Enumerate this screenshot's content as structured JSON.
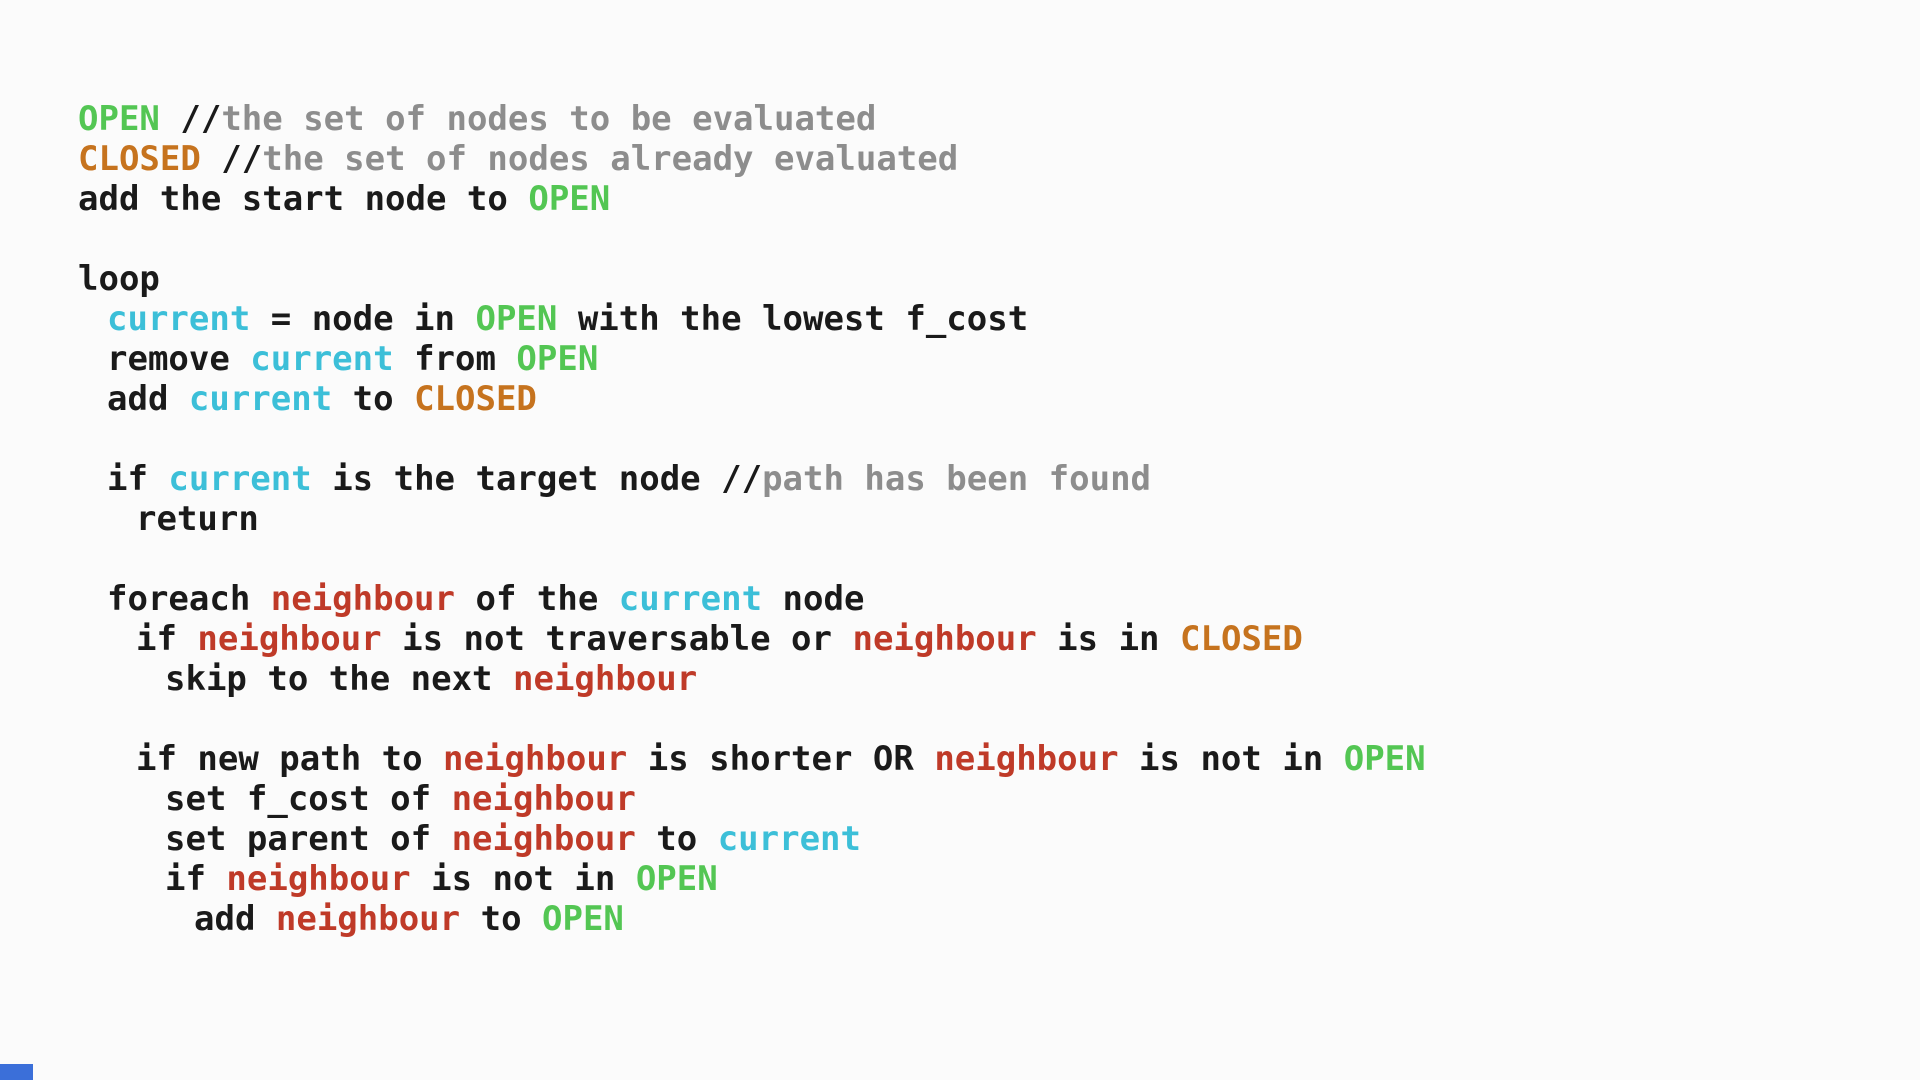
{
  "page": {
    "background": "#fbfbfb",
    "description": "A* pathfinding algorithm pseudocode slide"
  },
  "colors": {
    "plain": "#1a1a1a",
    "comment": "#8d8d8d",
    "open": "#53c653",
    "closed": "#c6731e",
    "current": "#3cbfd8",
    "neighbour": "#bf3a28"
  },
  "video_overlay": {
    "progress_bar_color": "#3b6fd9"
  },
  "code": {
    "lines": [
      {
        "indent": 0,
        "segments": [
          {
            "text": "OPEN",
            "color": "open"
          },
          {
            "text": " //",
            "color": "plain"
          },
          {
            "text": "the set of nodes to be evaluated",
            "color": "comment"
          }
        ]
      },
      {
        "indent": 0,
        "segments": [
          {
            "text": "CLOSED",
            "color": "closed"
          },
          {
            "text": " //",
            "color": "plain"
          },
          {
            "text": "the set of nodes already evaluated",
            "color": "comment"
          }
        ]
      },
      {
        "indent": 0,
        "segments": [
          {
            "text": "add the start node to ",
            "color": "plain"
          },
          {
            "text": "OPEN",
            "color": "open"
          }
        ]
      },
      {
        "blank": true
      },
      {
        "indent": 0,
        "segments": [
          {
            "text": "loop",
            "color": "plain"
          }
        ]
      },
      {
        "indent": 1,
        "segments": [
          {
            "text": "current",
            "color": "current"
          },
          {
            "text": " = node in ",
            "color": "plain"
          },
          {
            "text": "OPEN",
            "color": "open"
          },
          {
            "text": " with the lowest f_cost",
            "color": "plain"
          }
        ]
      },
      {
        "indent": 1,
        "segments": [
          {
            "text": "remove ",
            "color": "plain"
          },
          {
            "text": "current",
            "color": "current"
          },
          {
            "text": " from ",
            "color": "plain"
          },
          {
            "text": "OPEN",
            "color": "open"
          }
        ]
      },
      {
        "indent": 1,
        "segments": [
          {
            "text": "add ",
            "color": "plain"
          },
          {
            "text": "current",
            "color": "current"
          },
          {
            "text": " to ",
            "color": "plain"
          },
          {
            "text": "CLOSED",
            "color": "closed"
          }
        ]
      },
      {
        "blank": true
      },
      {
        "indent": 1,
        "segments": [
          {
            "text": "if ",
            "color": "plain"
          },
          {
            "text": "current",
            "color": "current"
          },
          {
            "text": " is the target node ",
            "color": "plain"
          },
          {
            "text": "//",
            "color": "plain"
          },
          {
            "text": "path has been found",
            "color": "comment"
          }
        ]
      },
      {
        "indent": 2,
        "segments": [
          {
            "text": "return",
            "color": "plain"
          }
        ]
      },
      {
        "blank": true
      },
      {
        "indent": 1,
        "segments": [
          {
            "text": "foreach ",
            "color": "plain"
          },
          {
            "text": "neighbour",
            "color": "neighbour"
          },
          {
            "text": " of the ",
            "color": "plain"
          },
          {
            "text": "current",
            "color": "current"
          },
          {
            "text": " node",
            "color": "plain"
          }
        ]
      },
      {
        "indent": 2,
        "segments": [
          {
            "text": "if ",
            "color": "plain"
          },
          {
            "text": "neighbour",
            "color": "neighbour"
          },
          {
            "text": " is not traversable or ",
            "color": "plain"
          },
          {
            "text": "neighbour",
            "color": "neighbour"
          },
          {
            "text": " is in ",
            "color": "plain"
          },
          {
            "text": "CLOSED",
            "color": "closed"
          }
        ]
      },
      {
        "indent": 3,
        "segments": [
          {
            "text": "skip to the next ",
            "color": "plain"
          },
          {
            "text": "neighbour",
            "color": "neighbour"
          }
        ]
      },
      {
        "blank": true
      },
      {
        "indent": 2,
        "segments": [
          {
            "text": "if new path to ",
            "color": "plain"
          },
          {
            "text": "neighbour",
            "color": "neighbour"
          },
          {
            "text": " is shorter OR ",
            "color": "plain"
          },
          {
            "text": "neighbour",
            "color": "neighbour"
          },
          {
            "text": " is not in ",
            "color": "plain"
          },
          {
            "text": "OPEN",
            "color": "open"
          }
        ]
      },
      {
        "indent": 3,
        "segments": [
          {
            "text": "set f_cost of ",
            "color": "plain"
          },
          {
            "text": "neighbour",
            "color": "neighbour"
          }
        ]
      },
      {
        "indent": 3,
        "segments": [
          {
            "text": "set parent of ",
            "color": "plain"
          },
          {
            "text": "neighbour",
            "color": "neighbour"
          },
          {
            "text": " to ",
            "color": "plain"
          },
          {
            "text": "current",
            "color": "current"
          }
        ]
      },
      {
        "indent": 3,
        "segments": [
          {
            "text": "if ",
            "color": "plain"
          },
          {
            "text": "neighbour",
            "color": "neighbour"
          },
          {
            "text": " is not in ",
            "color": "plain"
          },
          {
            "text": "OPEN",
            "color": "open"
          }
        ]
      },
      {
        "indent": 4,
        "segments": [
          {
            "text": "add ",
            "color": "plain"
          },
          {
            "text": "neighbour",
            "color": "neighbour"
          },
          {
            "text": " to ",
            "color": "plain"
          },
          {
            "text": "OPEN",
            "color": "open"
          }
        ]
      }
    ]
  }
}
